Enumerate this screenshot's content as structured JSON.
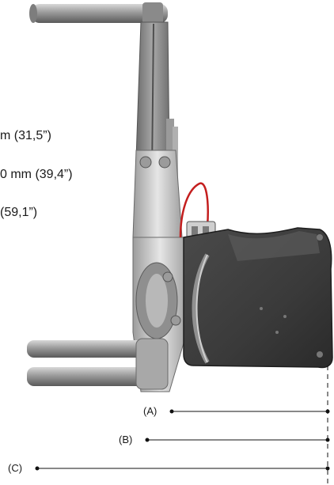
{
  "dimensions": [
    {
      "text": "m (31,5”)"
    },
    {
      "text": "0 mm (39,4”)"
    },
    {
      "text": "(59,1”)"
    }
  ],
  "callouts": [
    {
      "label": "(A)"
    },
    {
      "label": "(B)"
    },
    {
      "label": "(C)"
    }
  ],
  "colors": {
    "frame": "#8e8e8e",
    "frame_dark": "#555555",
    "frame_light": "#c8c8c8",
    "body": "#3f3f3f",
    "body_dark": "#262626",
    "wire": "#c41e1e",
    "line": "#111111"
  }
}
